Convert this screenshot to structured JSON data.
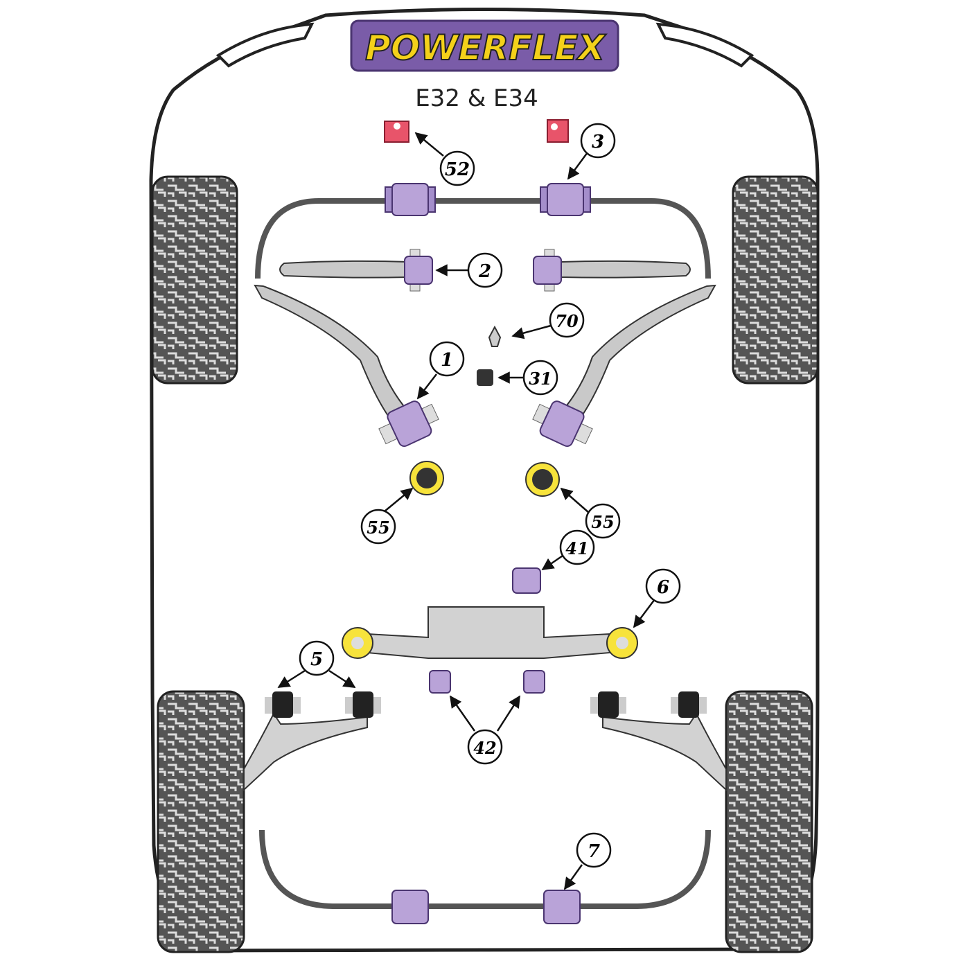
{
  "brand": {
    "name": "POWERFLEX"
  },
  "subtitle": "E32 & E34",
  "colors": {
    "bushing": "#b9a3d8",
    "bushing_dark": "#7a5ca8",
    "yellow": "#f7e33b",
    "black": "#222222",
    "red": "#e8546a",
    "steel": "#d2d2d2",
    "outline": "#333333"
  },
  "callouts": [
    {
      "id": "c52",
      "label": "52"
    },
    {
      "id": "c3",
      "label": "3"
    },
    {
      "id": "c2",
      "label": "2"
    },
    {
      "id": "c70",
      "label": "70"
    },
    {
      "id": "c1",
      "label": "1"
    },
    {
      "id": "c31",
      "label": "31"
    },
    {
      "id": "c55a",
      "label": "55"
    },
    {
      "id": "c55b",
      "label": "55"
    },
    {
      "id": "c41",
      "label": "41"
    },
    {
      "id": "c6",
      "label": "6"
    },
    {
      "id": "c5",
      "label": "5"
    },
    {
      "id": "c42",
      "label": "42"
    },
    {
      "id": "c7",
      "label": "7"
    }
  ]
}
